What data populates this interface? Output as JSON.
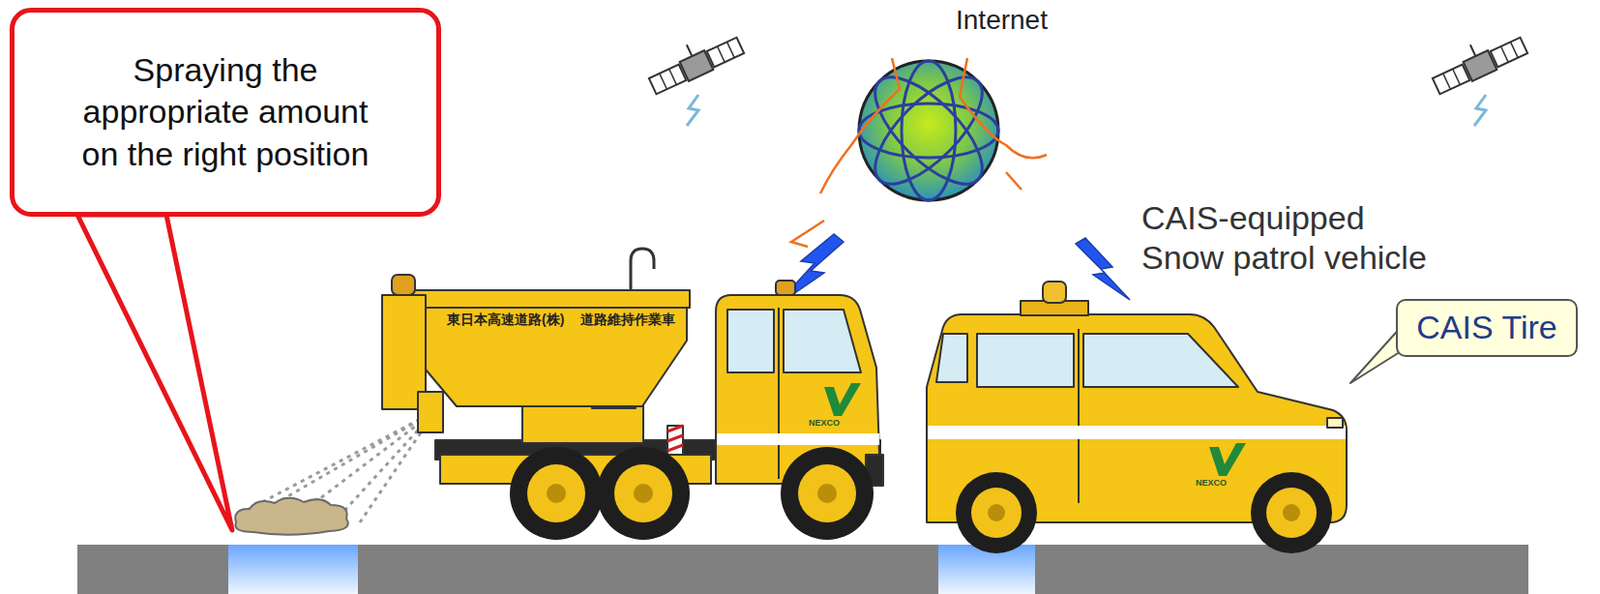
{
  "diagram": {
    "nodes": [
      {
        "text": [
          "Spraying the appropriate amount on the right position"
        ]
      },
      {
        "text": [
          "CAIS Tire"
        ]
      }
    ],
    "labels": [
      "Internet",
      "CAIS-equipped Snow patrol vehicle",
      "東日本高速道路(株)",
      "道路維持作業車",
      "NEXCO",
      "NEXCO"
    ]
  }
}
